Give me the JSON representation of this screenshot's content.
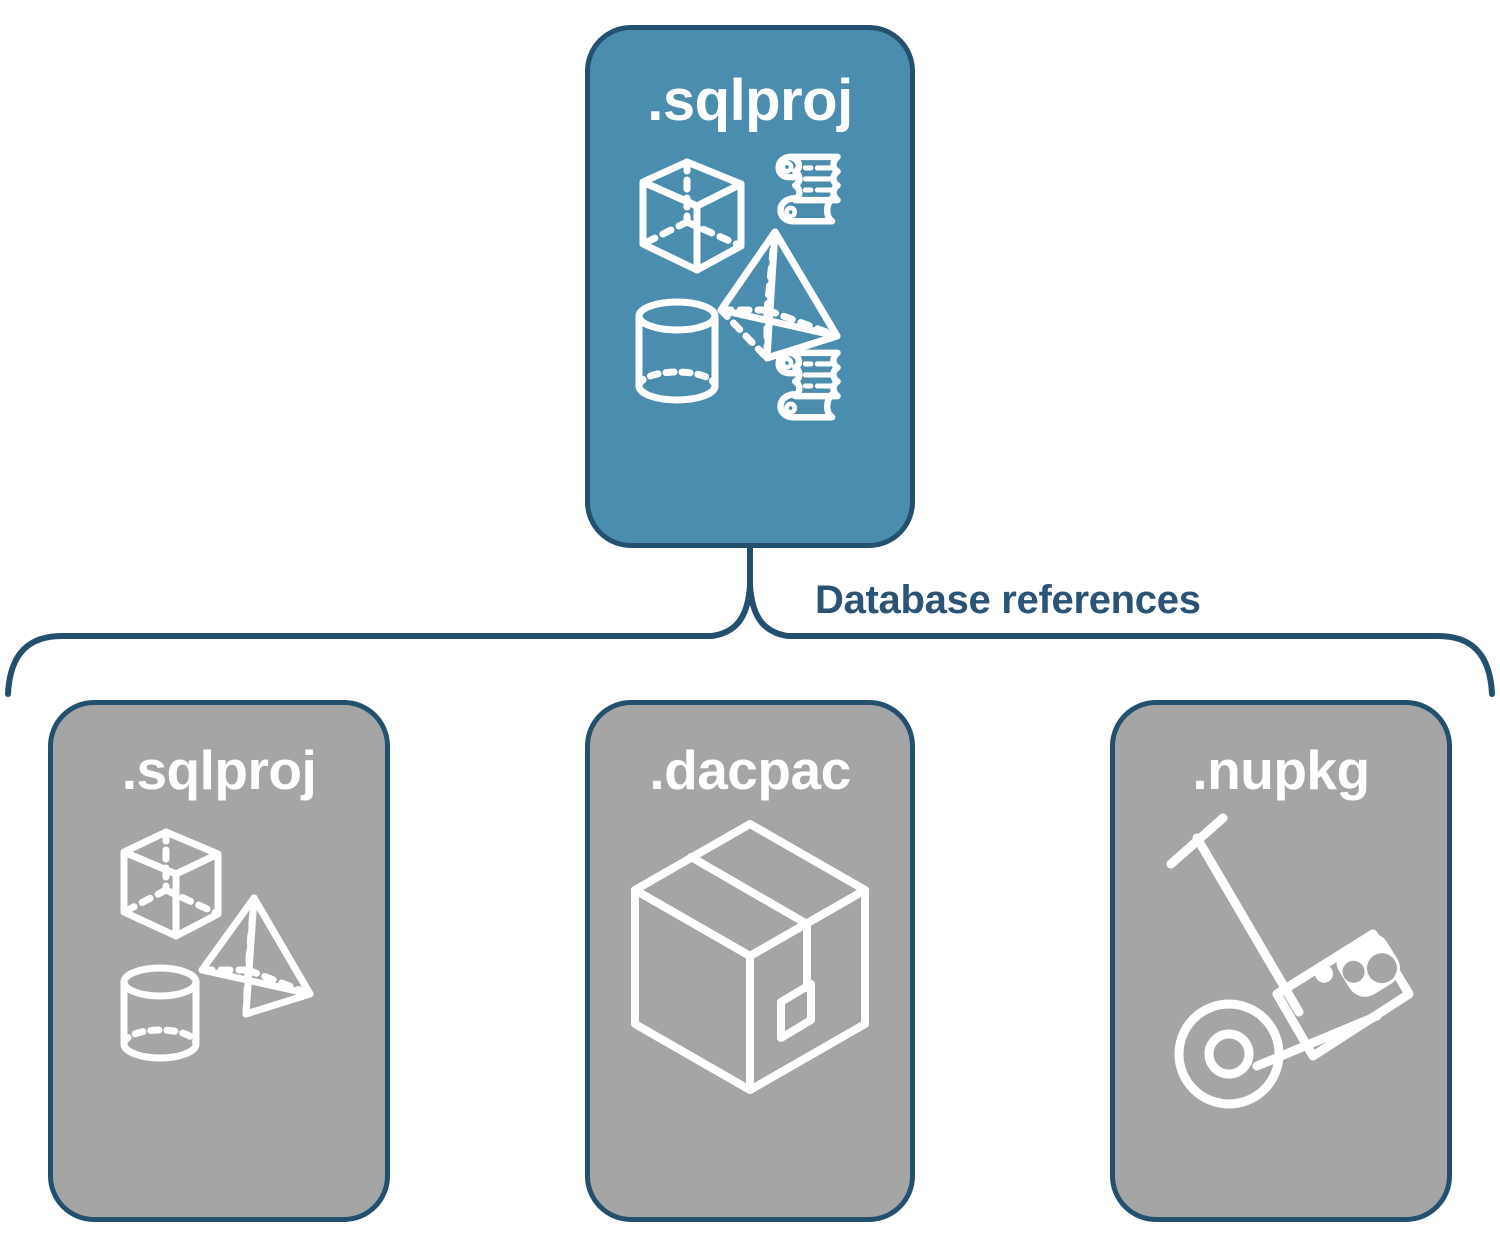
{
  "diagram": {
    "title": "Database references",
    "colors": {
      "root_fill": "#4B8DAE",
      "child_fill": "#A5A5A5",
      "border": "#23506E",
      "label_text": "#2A5375",
      "node_text": "#FFFFFF",
      "background": "#FFFFFF"
    },
    "root": {
      "label": ".sqlproj",
      "icon": "database-shapes-and-scripts-icon",
      "icon_parts": [
        "wireframe-cube",
        "wireframe-pyramid",
        "wireframe-cylinder",
        "script-scroll",
        "script-scroll"
      ]
    },
    "connector": {
      "type": "curly-brace",
      "label": "Database references",
      "direction": "one-to-many"
    },
    "children": [
      {
        "label": ".sqlproj",
        "icon": "database-shapes-icon",
        "icon_parts": [
          "wireframe-cube",
          "wireframe-pyramid",
          "wireframe-cylinder"
        ]
      },
      {
        "label": ".dacpac",
        "icon": "package-box-icon",
        "icon_parts": [
          "cardboard-box",
          "shipping-label"
        ]
      },
      {
        "label": ".nupkg",
        "icon": "hand-truck-package-icon",
        "icon_parts": [
          "hand-truck",
          "tilted-box",
          "nuget-logo"
        ]
      }
    ]
  }
}
